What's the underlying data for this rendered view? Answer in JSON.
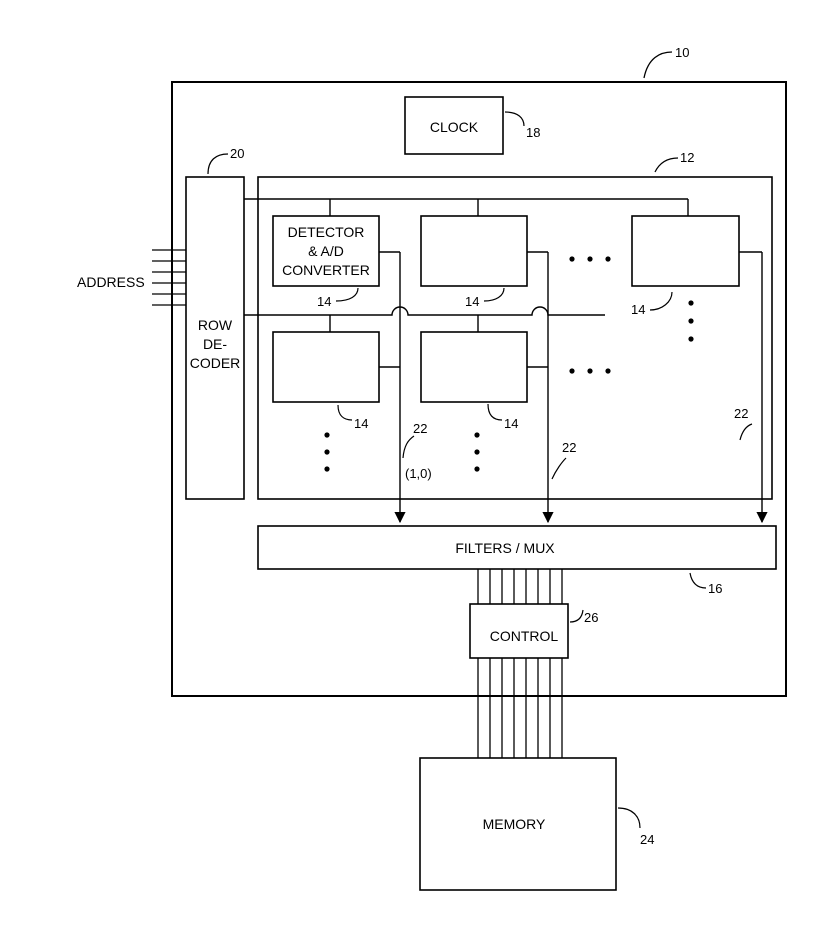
{
  "blocks": {
    "clock": "CLOCK",
    "detector_line1": "DETECTOR",
    "detector_line2": "& A/D",
    "detector_line3": "CONVERTER",
    "row_decoder_line1": "ROW",
    "row_decoder_line2": "DE-",
    "row_decoder_line3": "CODER",
    "filters_mux": "FILTERS / MUX",
    "control": "CONTROL",
    "memory": "MEMORY",
    "address": "ADDRESS"
  },
  "refs": {
    "r10": "10",
    "r12": "12",
    "r14": "14",
    "r16": "16",
    "r18": "18",
    "r20": "20",
    "r22": "22",
    "r24": "24",
    "r26": "26",
    "coord": "(1,0)"
  },
  "colors": {
    "ink": "#000000",
    "paper": "#ffffff"
  }
}
